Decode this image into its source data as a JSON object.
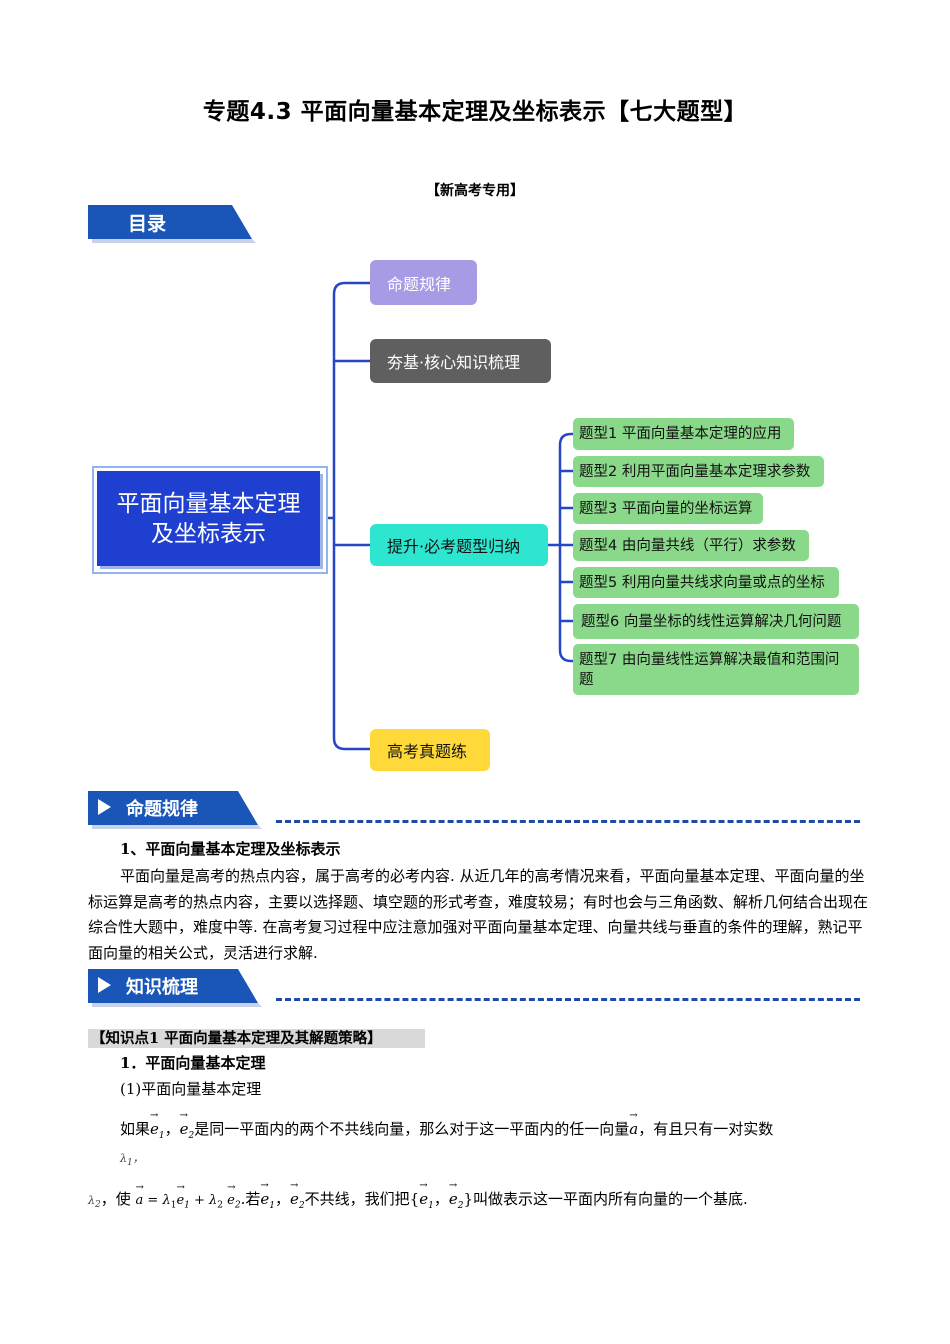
{
  "doc": {
    "title": "专题4.3 平面向量基本定理及坐标表示【七大题型】",
    "subtitle": "【新高考专用】"
  },
  "sections": {
    "toc": "目录",
    "rules": "命题规律",
    "knowledge": "知识梳理"
  },
  "colors": {
    "banner_blue": "#1a56b8",
    "connector_blue": "#2446c7",
    "root_blue": "#1e3fcf",
    "node_purple": "#a79be6",
    "node_gray": "#5f5f5f",
    "node_cyan": "#2ee6d0",
    "node_yellow": "#ffd93a",
    "leaf_green": "#8ad98a"
  },
  "mindmap": {
    "root": "平面向量基本定理及坐标表示",
    "branch_1": "命题规律",
    "branch_2": "夯基·核心知识梳理",
    "branch_3": "提升·必考题型归纳",
    "branch_4": "高考真题练",
    "leaves": [
      "题型1 平面向量基本定理的应用",
      "题型2 利用平面向量基本定理求参数",
      "题型3 平面向量的坐标运算",
      "题型4 由向量共线（平行）求参数",
      "题型5 利用向量共线求向量或点的坐标",
      "题型6 向量坐标的线性运算解决几何问题",
      "题型7  由向量线性运算解决最值和范围问题"
    ]
  },
  "rules": {
    "heading": "1、平面向量基本定理及坐标表示",
    "body": "平面向量是高考的热点内容，属于高考的必考内容. 从近几年的高考情况来看，平面向量基本定理、平面向量的坐标运算是高考的热点内容，主要以选择题、填空题的形式考查，难度较易；有时也会与三角函数、解析几何结合出现在综合性大题中，难度中等. 在高考复习过程中应注意加强对平面向量基本定理、向量共线与垂直的条件的理解，熟记平面向量的相关公式，灵活进行求解."
  },
  "knowledge": {
    "kp1": "【知识点1  平面向量基本定理及其解题策略】",
    "item1": "1．平面向量基本定理",
    "sub1": "(1)平面向量基本定理",
    "l1_a": "如果",
    "l1_b": "，",
    "l1_c": "是同一平面内的两个不共线向量，那么对于这一平面内的任一向量",
    "l1_d": "，有且只有一对实数",
    "l2_a": "，使",
    "l2_b": ".若",
    "l2_c": "不共线，我们把{",
    "l2_d": "}叫做表示这一平面内所有向量的一个基底."
  }
}
